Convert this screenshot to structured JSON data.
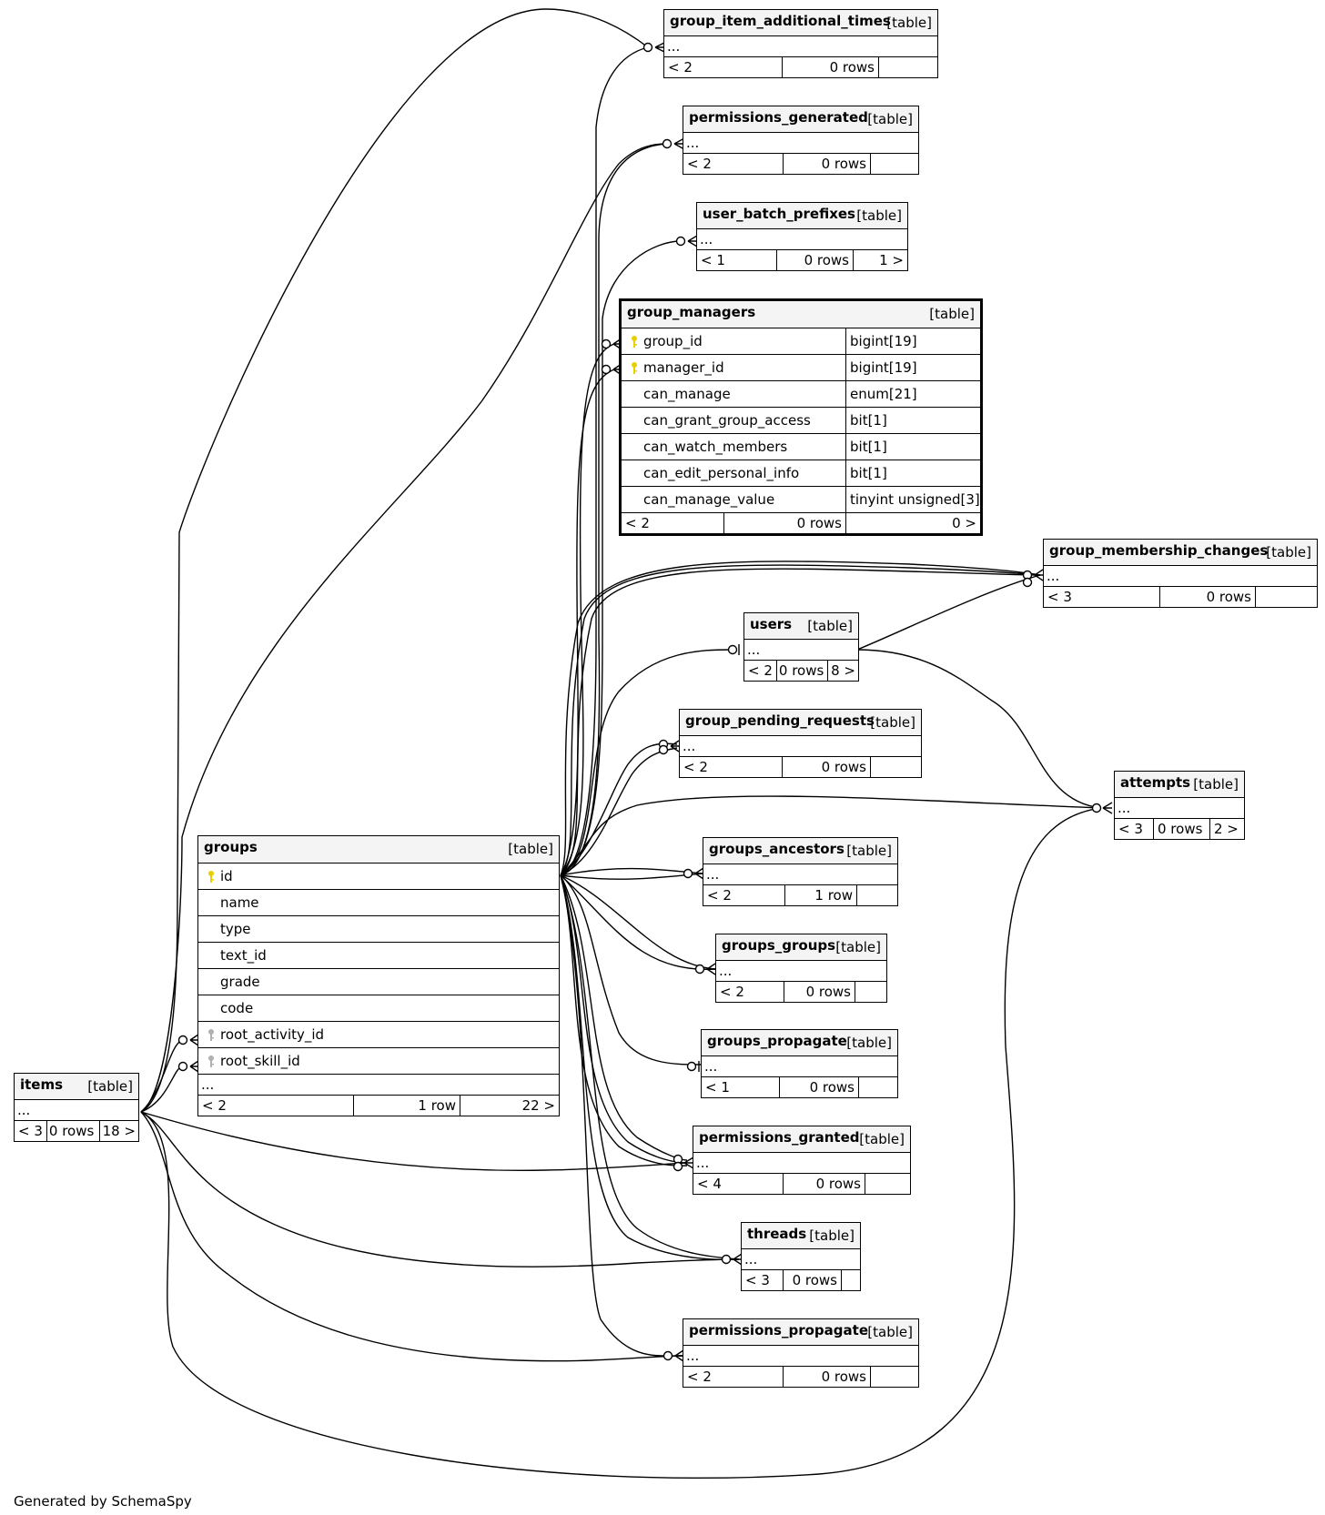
{
  "tables": {
    "gia": {
      "name": "group_item_additional_times",
      "tag": "[table]",
      "ellipsis": "...",
      "parents": "< 2",
      "rows": "0 rows",
      "children": ""
    },
    "pg": {
      "name": "permissions_generated",
      "tag": "[table]",
      "ellipsis": "...",
      "parents": "< 2",
      "rows": "0 rows",
      "children": ""
    },
    "ubp": {
      "name": "user_batch_prefixes",
      "tag": "[table]",
      "ellipsis": "...",
      "parents": "< 1",
      "rows": "0 rows",
      "children": "1 >"
    },
    "gm": {
      "name": "group_managers",
      "tag": "[table]",
      "columns": [
        {
          "name": "group_id",
          "type": "bigint[19]",
          "key": "primary"
        },
        {
          "name": "manager_id",
          "type": "bigint[19]",
          "key": "primary"
        },
        {
          "name": "can_manage",
          "type": "enum[21]",
          "key": ""
        },
        {
          "name": "can_grant_group_access",
          "type": "bit[1]",
          "key": ""
        },
        {
          "name": "can_watch_members",
          "type": "bit[1]",
          "key": ""
        },
        {
          "name": "can_edit_personal_info",
          "type": "bit[1]",
          "key": ""
        },
        {
          "name": "can_manage_value",
          "type": "tinyint unsigned[3]",
          "key": ""
        }
      ],
      "parents": "< 2",
      "rows": "0 rows",
      "children": "0 >"
    },
    "gmc": {
      "name": "group_membership_changes",
      "tag": "[table]",
      "ellipsis": "...",
      "parents": "< 3",
      "rows": "0 rows",
      "children": ""
    },
    "users": {
      "name": "users",
      "tag": "[table]",
      "ellipsis": "...",
      "parents": "< 2",
      "rows": "0 rows",
      "children": "8 >"
    },
    "gpr": {
      "name": "group_pending_requests",
      "tag": "[table]",
      "ellipsis": "...",
      "parents": "< 2",
      "rows": "0 rows",
      "children": ""
    },
    "att": {
      "name": "attempts",
      "tag": "[table]",
      "ellipsis": "...",
      "parents": "< 3",
      "rows": "0 rows",
      "children": "2 >"
    },
    "groups": {
      "name": "groups",
      "tag": "[table]",
      "columns": [
        {
          "name": "id",
          "key": "primary"
        },
        {
          "name": "name",
          "key": ""
        },
        {
          "name": "type",
          "key": ""
        },
        {
          "name": "text_id",
          "key": ""
        },
        {
          "name": "grade",
          "key": ""
        },
        {
          "name": "code",
          "key": ""
        },
        {
          "name": "root_activity_id",
          "key": "foreign"
        },
        {
          "name": "root_skill_id",
          "key": "foreign"
        }
      ],
      "ellipsis": "...",
      "parents": "< 2",
      "rows": "1 row",
      "children": "22 >"
    },
    "ga": {
      "name": "groups_ancestors",
      "tag": "[table]",
      "ellipsis": "...",
      "parents": "< 2",
      "rows": "1 row",
      "children": ""
    },
    "gg": {
      "name": "groups_groups",
      "tag": "[table]",
      "ellipsis": "...",
      "parents": "< 2",
      "rows": "0 rows",
      "children": ""
    },
    "gp": {
      "name": "groups_propagate",
      "tag": "[table]",
      "ellipsis": "...",
      "parents": "< 1",
      "rows": "0 rows",
      "children": ""
    },
    "items": {
      "name": "items",
      "tag": "[table]",
      "ellipsis": "...",
      "parents": "< 3",
      "rows": "0 rows",
      "children": "18 >"
    },
    "pgr": {
      "name": "permissions_granted",
      "tag": "[table]",
      "ellipsis": "...",
      "parents": "< 4",
      "rows": "0 rows",
      "children": ""
    },
    "thr": {
      "name": "threads",
      "tag": "[table]",
      "ellipsis": "...",
      "parents": "< 3",
      "rows": "0 rows",
      "children": ""
    },
    "pp": {
      "name": "permissions_propagate",
      "tag": "[table]",
      "ellipsis": "...",
      "parents": "< 2",
      "rows": "0 rows",
      "children": ""
    }
  },
  "colors": {
    "header_bg": "#f4f4f4",
    "primary_key": "#e8d000",
    "foreign_key": "#b0b0b0",
    "line": "#000000"
  },
  "footer": "Generated by SchemaSpy"
}
